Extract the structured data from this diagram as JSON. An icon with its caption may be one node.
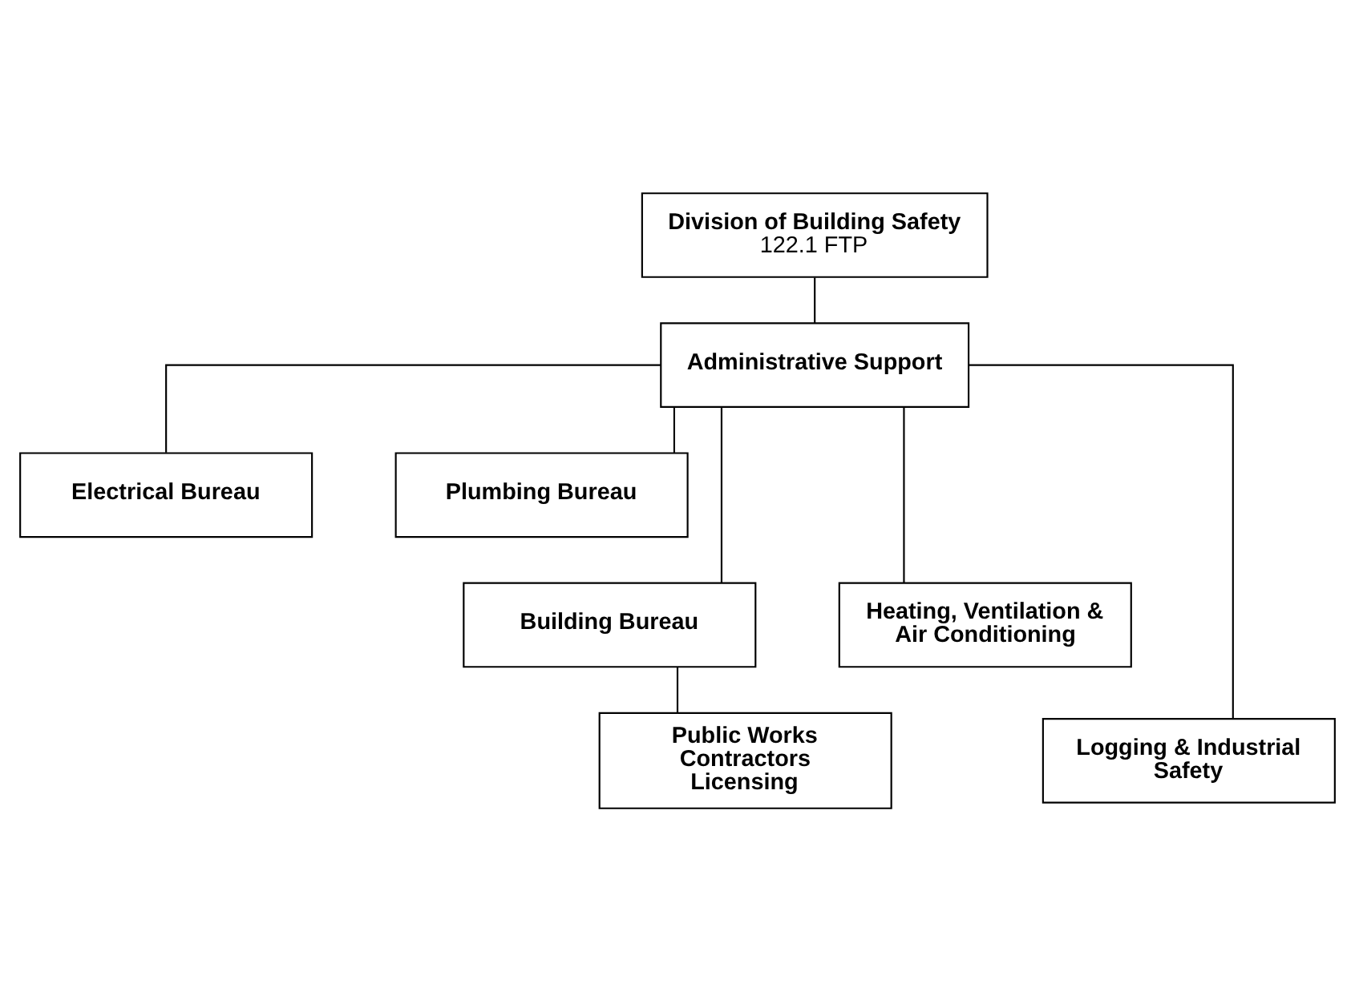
{
  "diagram": {
    "nodes": [
      {
        "text": [
          "Division of Building Safety",
          "122.1 FTP"
        ]
      },
      {
        "text": [
          "Administrative Support"
        ]
      },
      {
        "text": [
          "Electrical Bureau"
        ]
      },
      {
        "text": [
          "Plumbing Bureau"
        ]
      },
      {
        "text": [
          "Building Bureau"
        ]
      },
      {
        "text": [
          "Heating, Ventilation & Air Conditioning"
        ]
      },
      {
        "text": [
          "Public Works Contractors Licensing"
        ]
      },
      {
        "text": [
          "Logging & Industrial Safety"
        ]
      }
    ],
    "edges": [
      {
        "from": 0,
        "to": 1,
        "arrow": "none"
      },
      {
        "from": 1,
        "to": 2,
        "arrow": "none"
      },
      {
        "from": 1,
        "to": 3,
        "arrow": "none"
      },
      {
        "from": 1,
        "to": 4,
        "arrow": "none"
      },
      {
        "from": 1,
        "to": 5,
        "arrow": "none"
      },
      {
        "from": 1,
        "to": 7,
        "arrow": "none"
      },
      {
        "from": 4,
        "to": 6,
        "arrow": "none"
      }
    ]
  }
}
